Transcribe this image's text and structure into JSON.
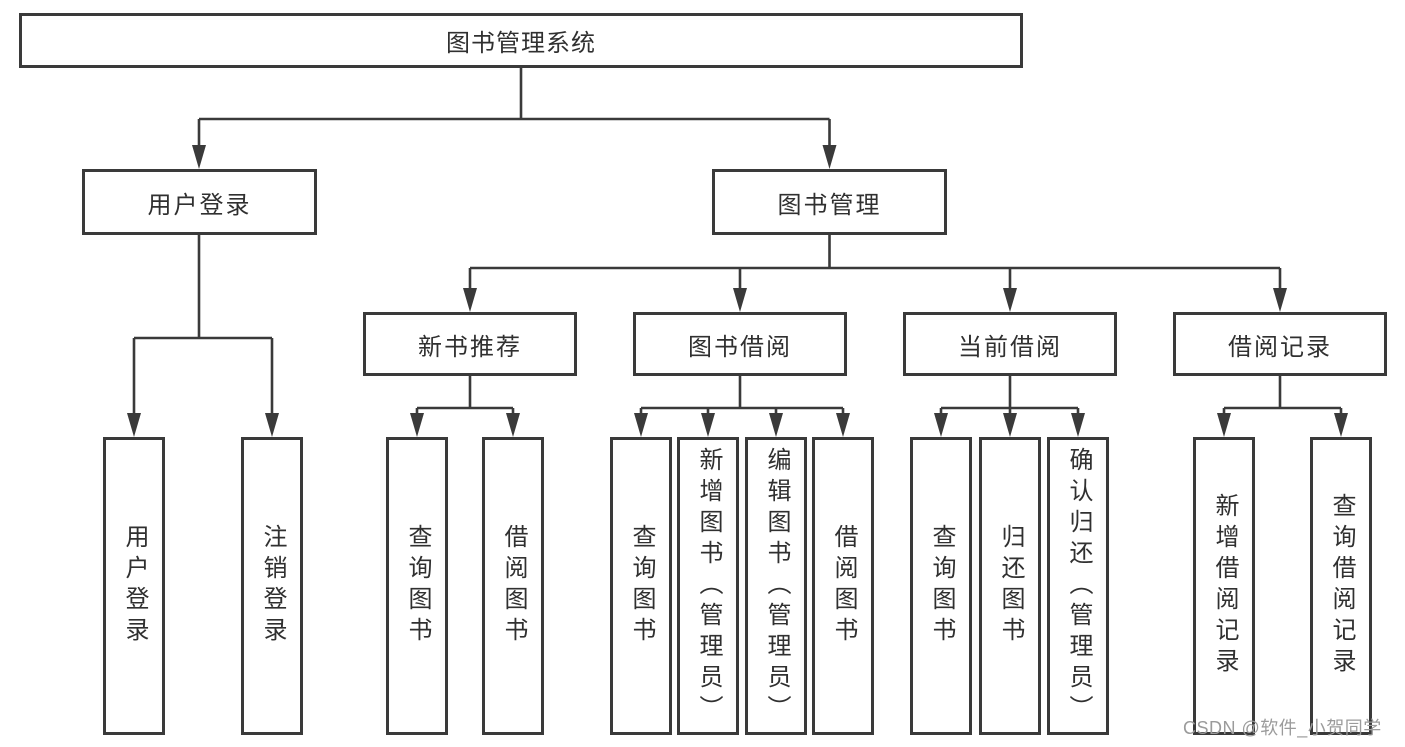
{
  "diagram": {
    "watermark": "CSDN @软件_小贺同学",
    "colors": {
      "background": "#ffffff",
      "line": "#3a3a3a",
      "box_border": "#3a3a3a",
      "text": "#303030",
      "watermark": "#9b9b9b"
    },
    "tree": {
      "root": "图书管理系统",
      "branches": [
        {
          "label": "用户登录",
          "leaves": [
            "用户登录",
            "注销登录"
          ]
        },
        {
          "label": "图书管理",
          "groups": [
            {
              "label": "新书推荐",
              "leaves": [
                "查询图书",
                "借阅图书"
              ]
            },
            {
              "label": "图书借阅",
              "leaves": [
                "查询图书",
                "新增图书（管理员）",
                "编辑图书（管理员）",
                "借阅图书"
              ]
            },
            {
              "label": "当前借阅",
              "leaves": [
                "查询图书",
                "归还图书",
                "确认归还（管理员）"
              ]
            },
            {
              "label": "借阅记录",
              "leaves": [
                "新增借阅记录",
                "查询借阅记录"
              ]
            }
          ]
        }
      ]
    }
  }
}
